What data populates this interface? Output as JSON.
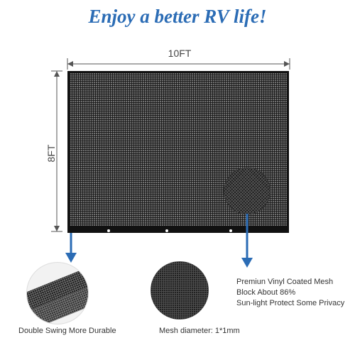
{
  "headline": "Enjoy a better RV life!",
  "dimensions": {
    "width_label": "10FT",
    "height_label": "8FT"
  },
  "captions": {
    "left": "Double Swing More Durable",
    "middle": "Mesh diameter: 1*1mm",
    "right_lines": [
      "Premiun Vinyl Coated Mesh",
      "Block About 86%",
      "Sun-light Protect Some Privacy"
    ]
  },
  "colors": {
    "headline": "#2b6cb5",
    "arrow": "#2b6cb5",
    "mesh": "#1a1a1a"
  }
}
